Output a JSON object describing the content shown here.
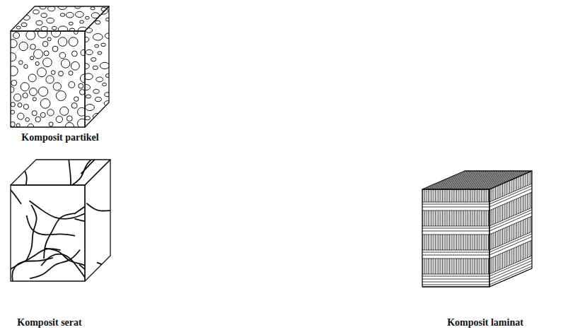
{
  "diagram": {
    "labels": [
      "Komposit partikel",
      "Komposit serat",
      "Komposit laminat"
    ]
  }
}
